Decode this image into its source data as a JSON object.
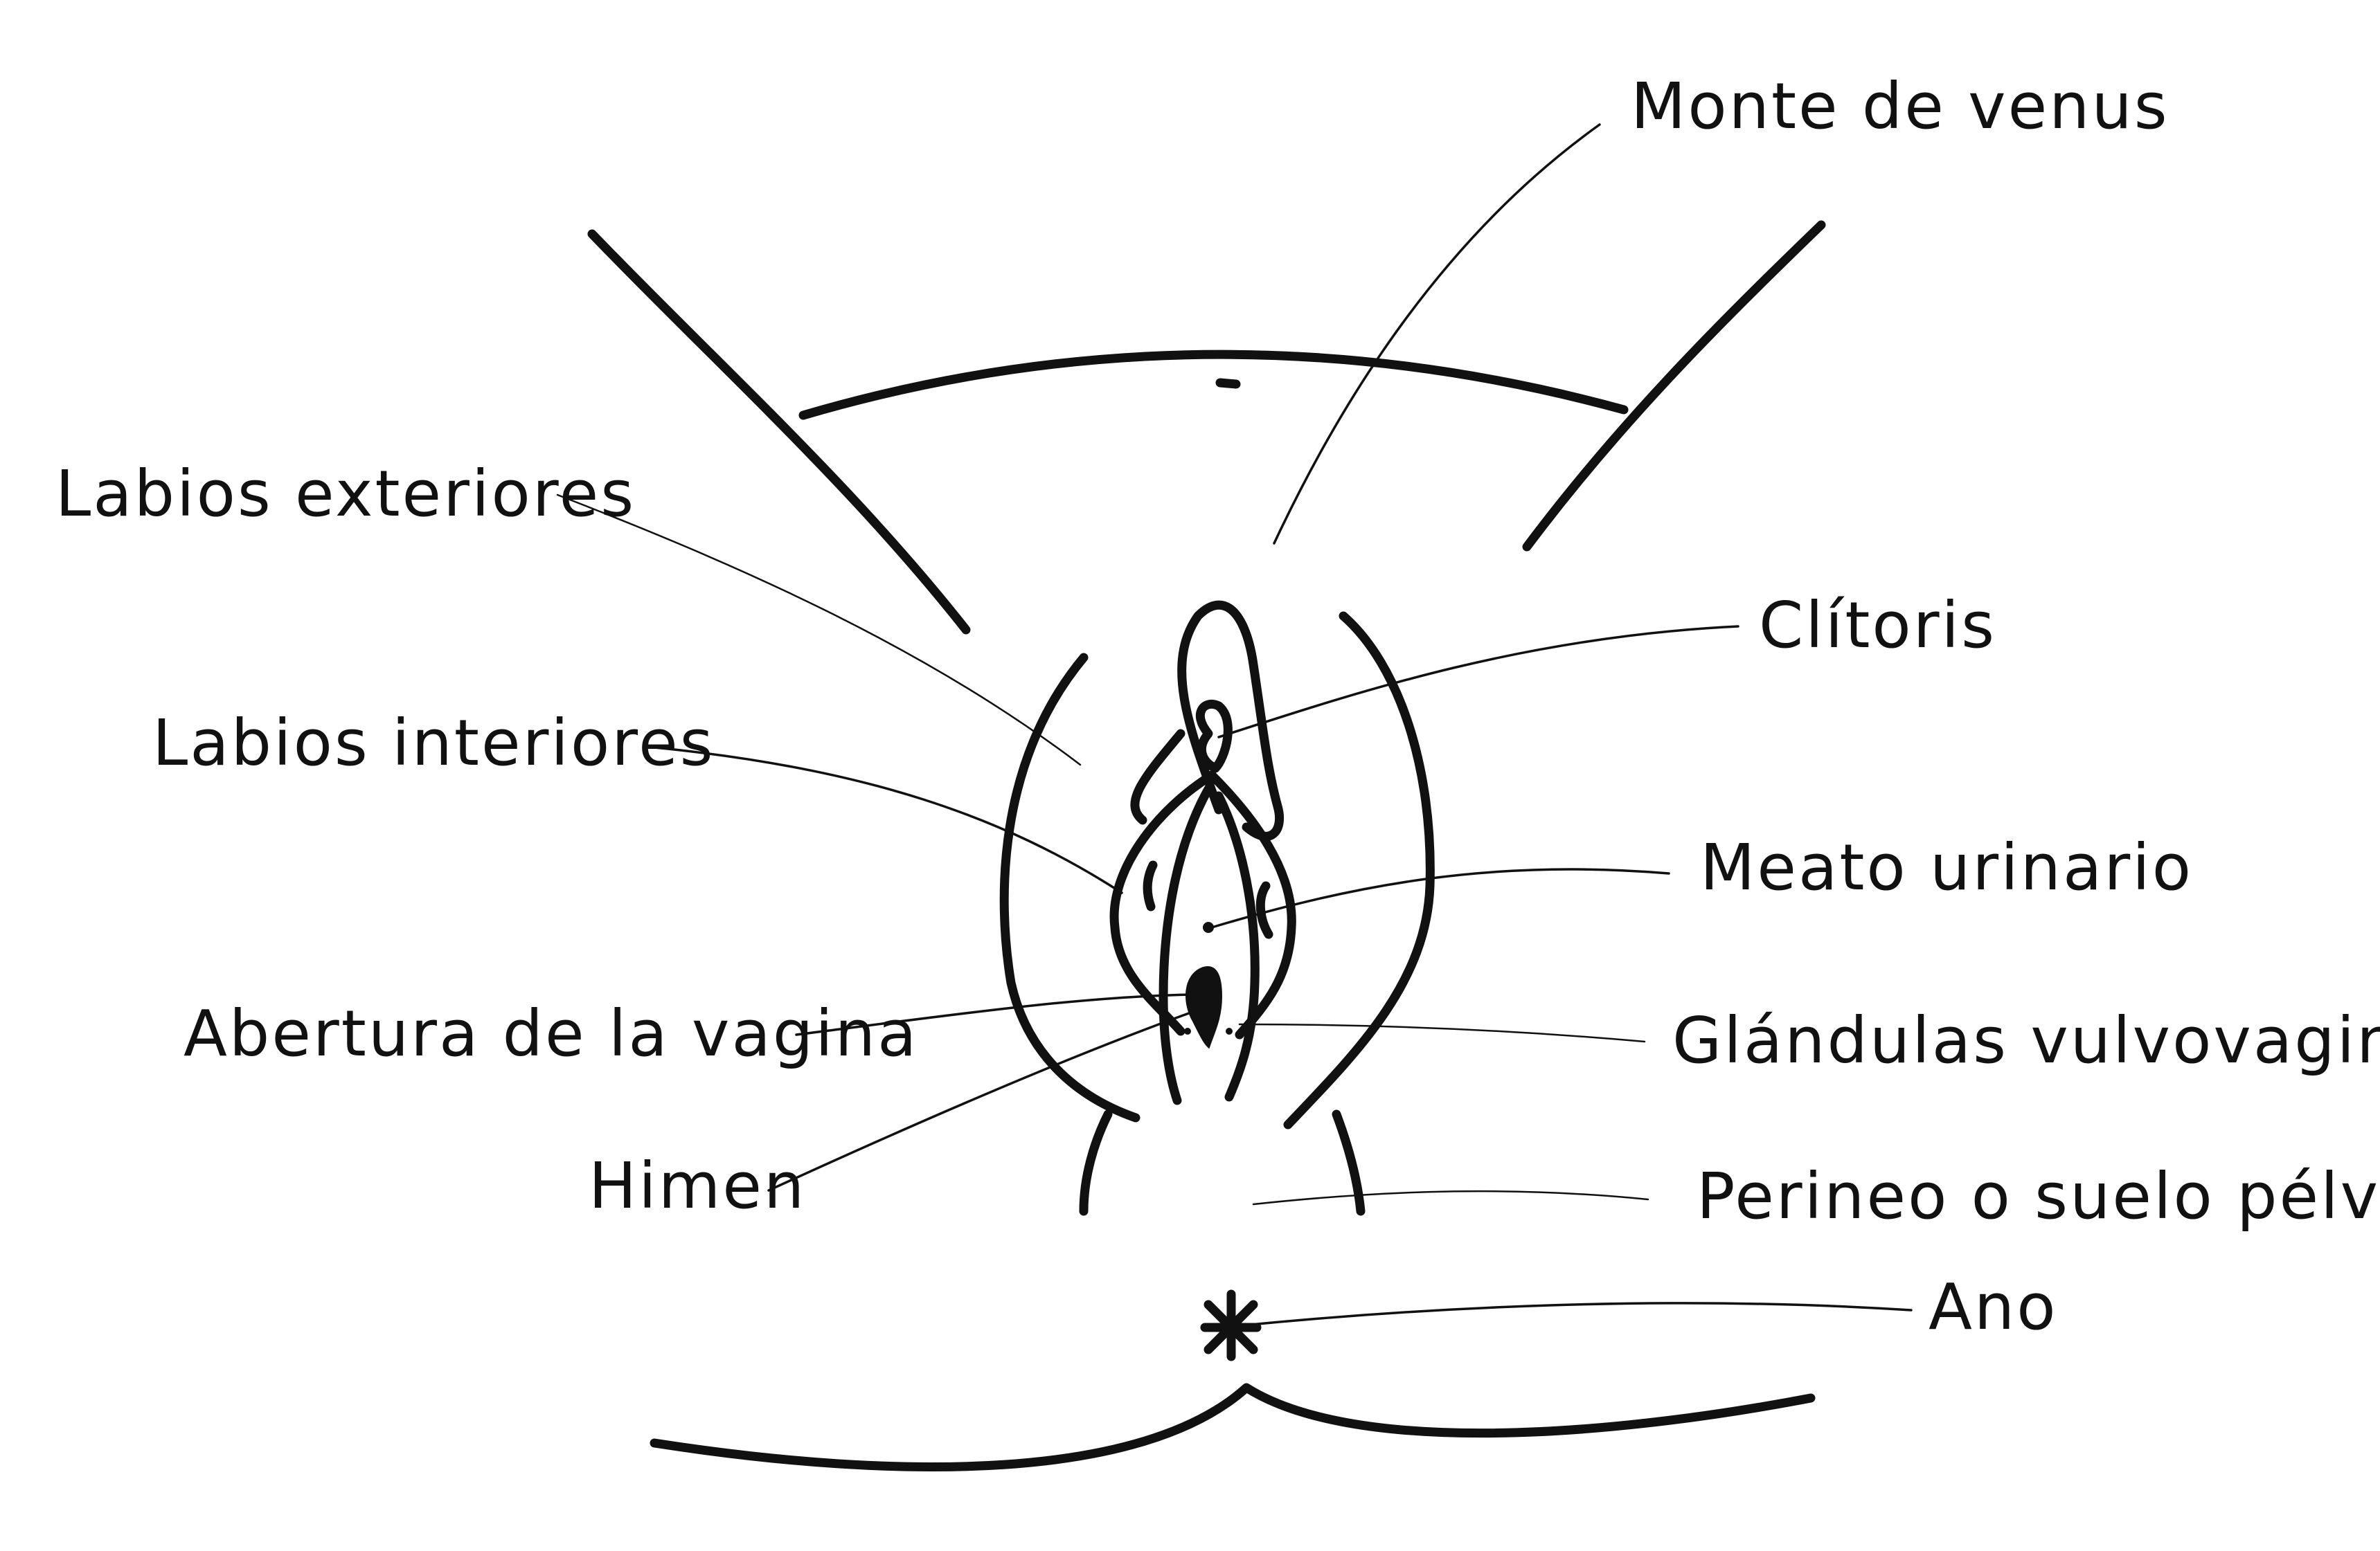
{
  "labels": {
    "monte_de_venus": "Monte de venus",
    "labios_exteriores": "Labios exteriores",
    "labios_interiores": "Labios interiores",
    "clitoris": "Clítoris",
    "meato_urinario": "Meato urinario",
    "abertura_vagina": "Abertura de la vagina",
    "glandulas": "Glándulas vulvovaginales",
    "himen": "Himen",
    "perineo": "Perineo o suelo pélvico",
    "ano": "Ano"
  },
  "colors": {
    "ink": "#111111",
    "background": "#ffffff"
  }
}
